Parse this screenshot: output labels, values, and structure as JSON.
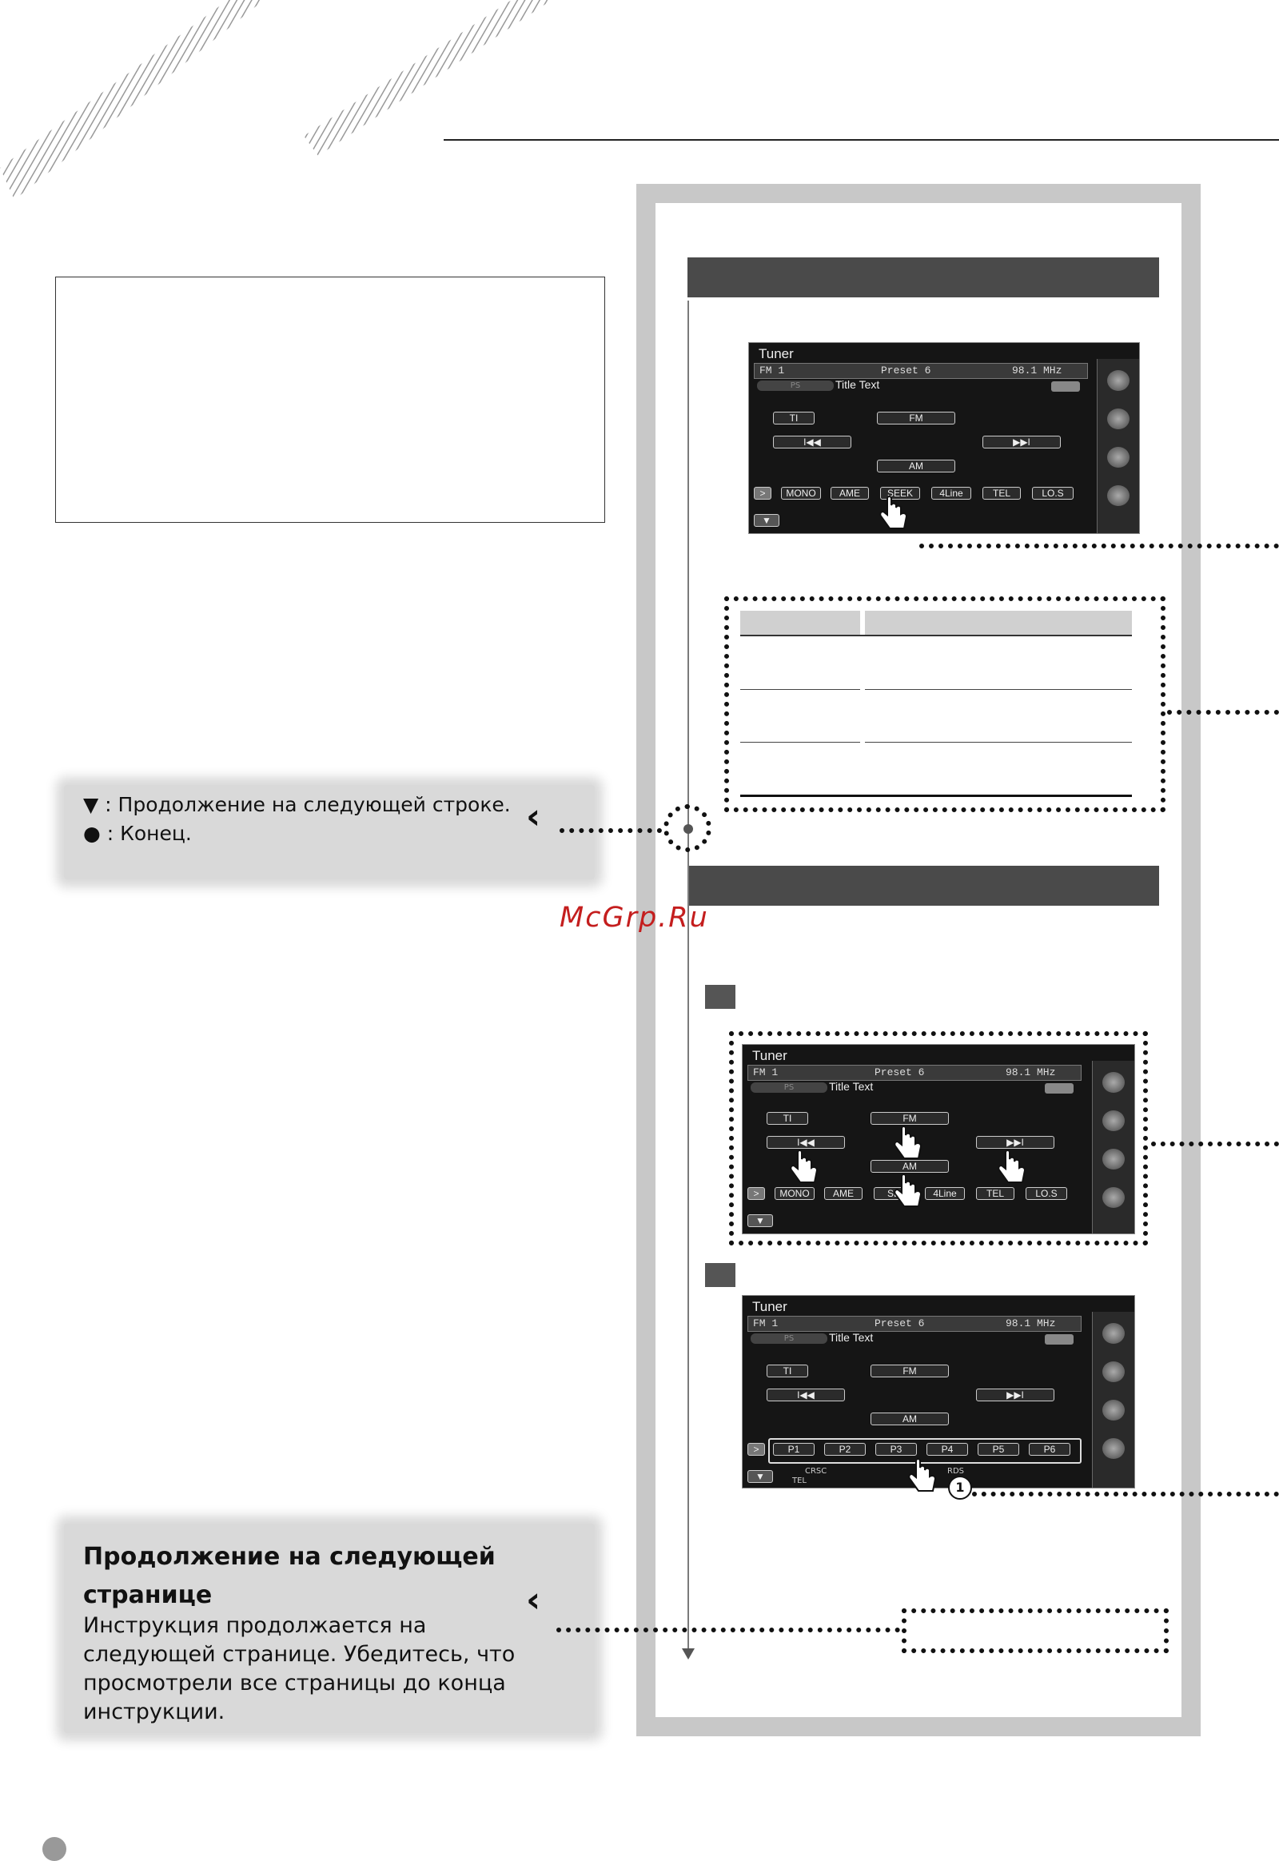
{
  "legend": {
    "down_line": "▼ : Продолжение на следующей строке.",
    "end_line": "● : Конец."
  },
  "continue_note": {
    "title": "Продолжение на следующей странице",
    "body": "Инструкция продолжается на следующей странице. Убедитесь, что просмотрели все страницы до конца инструкции."
  },
  "watermark": "McGrp.Ru",
  "screen1": {
    "title": "Tuner",
    "band": "FM 1",
    "preset": "Preset  6",
    "freq": "98.1  MHz",
    "ps": "PS",
    "title_text": "Title Text",
    "buttons": {
      "ti": "TI",
      "fm": "FM",
      "am": "AM",
      "prev": "I◀◀",
      "next": "▶▶I"
    },
    "bottom": [
      "MONO",
      "AME",
      "SEEK",
      "4Line",
      "TEL",
      "LO.S"
    ],
    "left_arrow": ">",
    "down_ctrl": "▼",
    "up_ctrl": "▲"
  },
  "screen2": {
    "title": "Tuner",
    "band": "FM 1",
    "preset": "Preset  6",
    "freq": "98.1  MHz",
    "ps": "PS",
    "title_text": "Title Text",
    "buttons": {
      "ti": "TI",
      "fm": "FM",
      "am": "AM",
      "prev": "I◀◀",
      "next": "▶▶I"
    },
    "bottom": [
      "MONO",
      "AME",
      "SE",
      "4Line",
      "TEL",
      "LO.S"
    ],
    "left_arrow": ">",
    "down_ctrl": "▼",
    "up_ctrl": "▲"
  },
  "screen3": {
    "title": "Tuner",
    "band": "FM 1",
    "preset": "Preset  6",
    "freq": "98.1  MHz",
    "ps": "PS",
    "title_text": "Title Text",
    "buttons": {
      "ti": "TI",
      "fm": "FM",
      "am": "AM",
      "prev": "I◀◀",
      "next": "▶▶I"
    },
    "bottom": [
      "P1",
      "P2",
      "P3",
      "P4",
      "P5",
      "P6"
    ],
    "left_arrow": ">",
    "down_ctrl": "▼",
    "up_ctrl": "▲",
    "small1": "CRSC",
    "small2": "TEL",
    "small3": "RDS",
    "callout": "1"
  }
}
